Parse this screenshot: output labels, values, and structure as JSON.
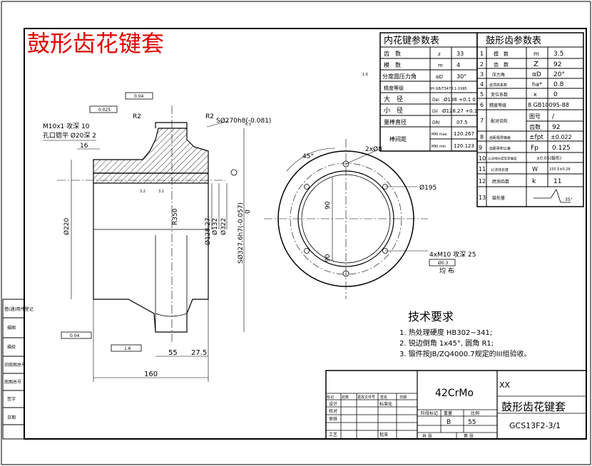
{
  "title": "鼓形齿花键套",
  "spline_table": {
    "heading": "内花键参数表",
    "rows": [
      {
        "label": "齿　数",
        "sym": "z",
        "val": "33"
      },
      {
        "label": "模　数",
        "sym": "m",
        "val": "4"
      },
      {
        "label": "分度圆压力角",
        "sym": "αD",
        "val": "30°"
      },
      {
        "label": "精度等级",
        "sym": "",
        "val": "6H GB/T3478.1-1995"
      },
      {
        "label": "大　径",
        "sym": "Dei",
        "val": "Ø138 +0.1 0"
      },
      {
        "label": "小　径",
        "sym": "Dii",
        "val": "Ø128.27 +0.12 0"
      },
      {
        "label": "量棒直径",
        "sym": "DRI",
        "val": "07.5"
      },
      {
        "label": "棒间距",
        "sym": "MRI max",
        "val": "120.267"
      },
      {
        "label": "",
        "sym": "MRI min",
        "val": "120.123"
      }
    ]
  },
  "gear_table": {
    "heading": "鼓形齿参数表",
    "rows": [
      {
        "no": "1",
        "label": "模　数",
        "sym": "m",
        "val": "3.5"
      },
      {
        "no": "2",
        "label": "齿　数",
        "sym": "Z",
        "val": "92"
      },
      {
        "no": "3",
        "label": "压力角",
        "sym": "αD",
        "val": "20°"
      },
      {
        "no": "4",
        "label": "齿顶高系数",
        "sym": "ha*",
        "val": "0.8"
      },
      {
        "no": "5",
        "label": "变位系数",
        "sym": "x",
        "val": "0"
      },
      {
        "no": "6",
        "label": "精度等级",
        "sym": "",
        "val": "8 GB10095-88"
      },
      {
        "no": "7",
        "label": "配对齿轮",
        "sym": "图号",
        "val": "/"
      },
      {
        "no": "",
        "label": "",
        "sym": "齿数",
        "val": "92"
      },
      {
        "no": "8",
        "label": "齿距极限偏差",
        "sym": "±fpt",
        "val": "±0.022"
      },
      {
        "no": "9",
        "label": "齿距累积公差",
        "sym": "Fp",
        "val": "0.125"
      },
      {
        "no": "10",
        "label": "公法线长度及其偏差",
        "sym": "",
        "val": "±0.05(鼓形)"
      },
      {
        "no": "11",
        "label": "公法线长度",
        "sym": "W",
        "val": "155.5±0.26"
      },
      {
        "no": "12",
        "label": "跨测齿数",
        "sym": "k",
        "val": "11"
      },
      {
        "no": "13",
        "label": "鼓形量",
        "sym": "",
        "val": "35°"
      }
    ]
  },
  "dims": {
    "m10": "M10x1 攻深 10",
    "hole": "孔口锪平 Ø20深 2",
    "d16": "16",
    "r2a": "R2",
    "r2b": "R2",
    "s270": "SØ270h8(-0.081)",
    "d220": "Ø220",
    "r350": "R350",
    "d12827": "Ø128.27",
    "d132": "Ø132",
    "d322": "Ø322",
    "s327": "SØ327.6h7(-0.057)",
    "zero": "0",
    "d55": "55",
    "d275": "27.5",
    "d160": "160",
    "a45": "45°",
    "x2": "2xØ8",
    "d195": "Ø195",
    "d90a": "90",
    "d90b": "90",
    "m10b": "4xM10 攻深 25",
    "pos": "Ø0.3",
    "even": "均 布",
    "tol1": "0.04",
    "tol2": "0.025",
    "tol3": "1.6",
    "tol4": "0.04",
    "rough1": "3.2",
    "rough2": "3.2",
    "rough3": "6.3",
    "rough4": "1.6"
  },
  "tech": {
    "heading": "技术要求",
    "items": [
      "1. 热处理硬度 HB302~341;",
      "2. 锐边倒角 1x45°, 圆角 R1;",
      "3. 锻件按JB/ZQ4000.7规定的III组验收。"
    ]
  },
  "title_block": {
    "material": "42CrMo",
    "company": "XX",
    "part_name": "鼓形齿花键套",
    "drawing_no": "GCS13F2-3/1",
    "stage": "B",
    "weight": "55",
    "row_labels": [
      "标记",
      "处数",
      "更改文件号",
      "签名",
      "日期"
    ],
    "left": [
      "设计",
      "审核",
      "工艺",
      "校对"
    ],
    "mid": [
      "标准化",
      "批准"
    ],
    "cols": [
      "阶段标记",
      "重量",
      "比例"
    ],
    "sheets": [
      "共 张",
      "第 张"
    ]
  },
  "side_labels": [
    "借(通)用件登记",
    "描图",
    "描校",
    "旧底图总号",
    "底图总号",
    "签字",
    "日期"
  ]
}
